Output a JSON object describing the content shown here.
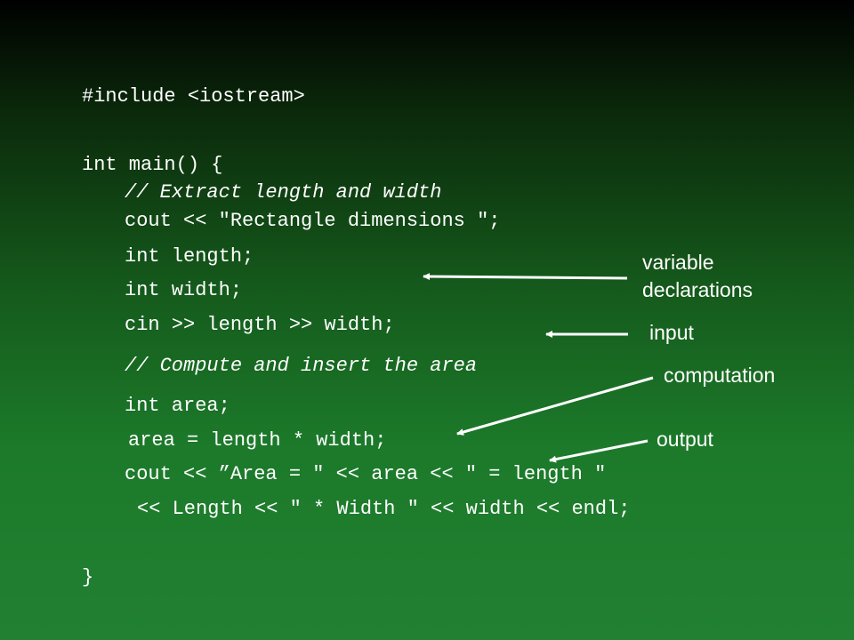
{
  "code": {
    "include": "#include <iostream>",
    "main_decl": "int main() {",
    "comment_extract": "// Extract length and width",
    "cout_prompt": "cout << \"Rectangle dimensions \";",
    "decl_length": "int length;",
    "decl_width": "int width;",
    "cin_line": "cin >> length >> width;",
    "comment_compute": "// Compute and insert the area",
    "decl_area": "int area;",
    "area_assign": "area = length * width;",
    "cout_area": "cout << ”Area = \" << area << \" = length \"",
    "cout_area_cont": "<< Length << \" * Width \" << width << endl;",
    "closing_brace": "}"
  },
  "annotations": {
    "variable_declarations": "variable\ndeclarations",
    "input": "input",
    "computation": "computation",
    "output": "output"
  },
  "colors": {
    "background_top": "#000000",
    "background_bottom": "#218032",
    "text": "#ffffff"
  }
}
